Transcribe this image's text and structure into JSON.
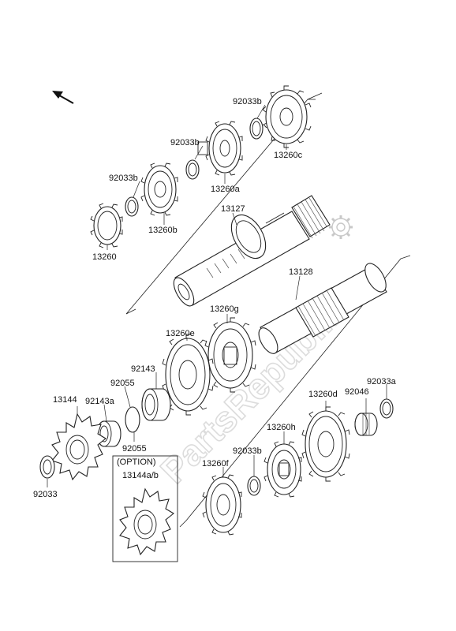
{
  "watermark": "PartsRepublik",
  "option_label": "(OPTION)",
  "labels": {
    "p92033b_1": "92033b",
    "p13260c": "13260c",
    "p92033b_2": "92033b",
    "p13260a": "13260a",
    "p92033b_3": "92033b",
    "p13260b": "13260b",
    "p13260": "13260",
    "p13127": "13127",
    "p13128": "13128",
    "p13260g": "13260g",
    "p13260e": "13260e",
    "p92143": "92143",
    "p92055_1": "92055",
    "p92143a": "92143a",
    "p13144": "13144",
    "p92055_2": "92055",
    "p92033": "92033",
    "p13144ab": "13144a/b",
    "p13260d": "13260d",
    "p92046": "92046",
    "p92033a": "92033a",
    "p13260h": "13260h",
    "p92033b_4": "92033b",
    "p13260f": "13260f"
  },
  "icons": [
    "direction-arrow-icon",
    "gear-watermark-icon"
  ]
}
